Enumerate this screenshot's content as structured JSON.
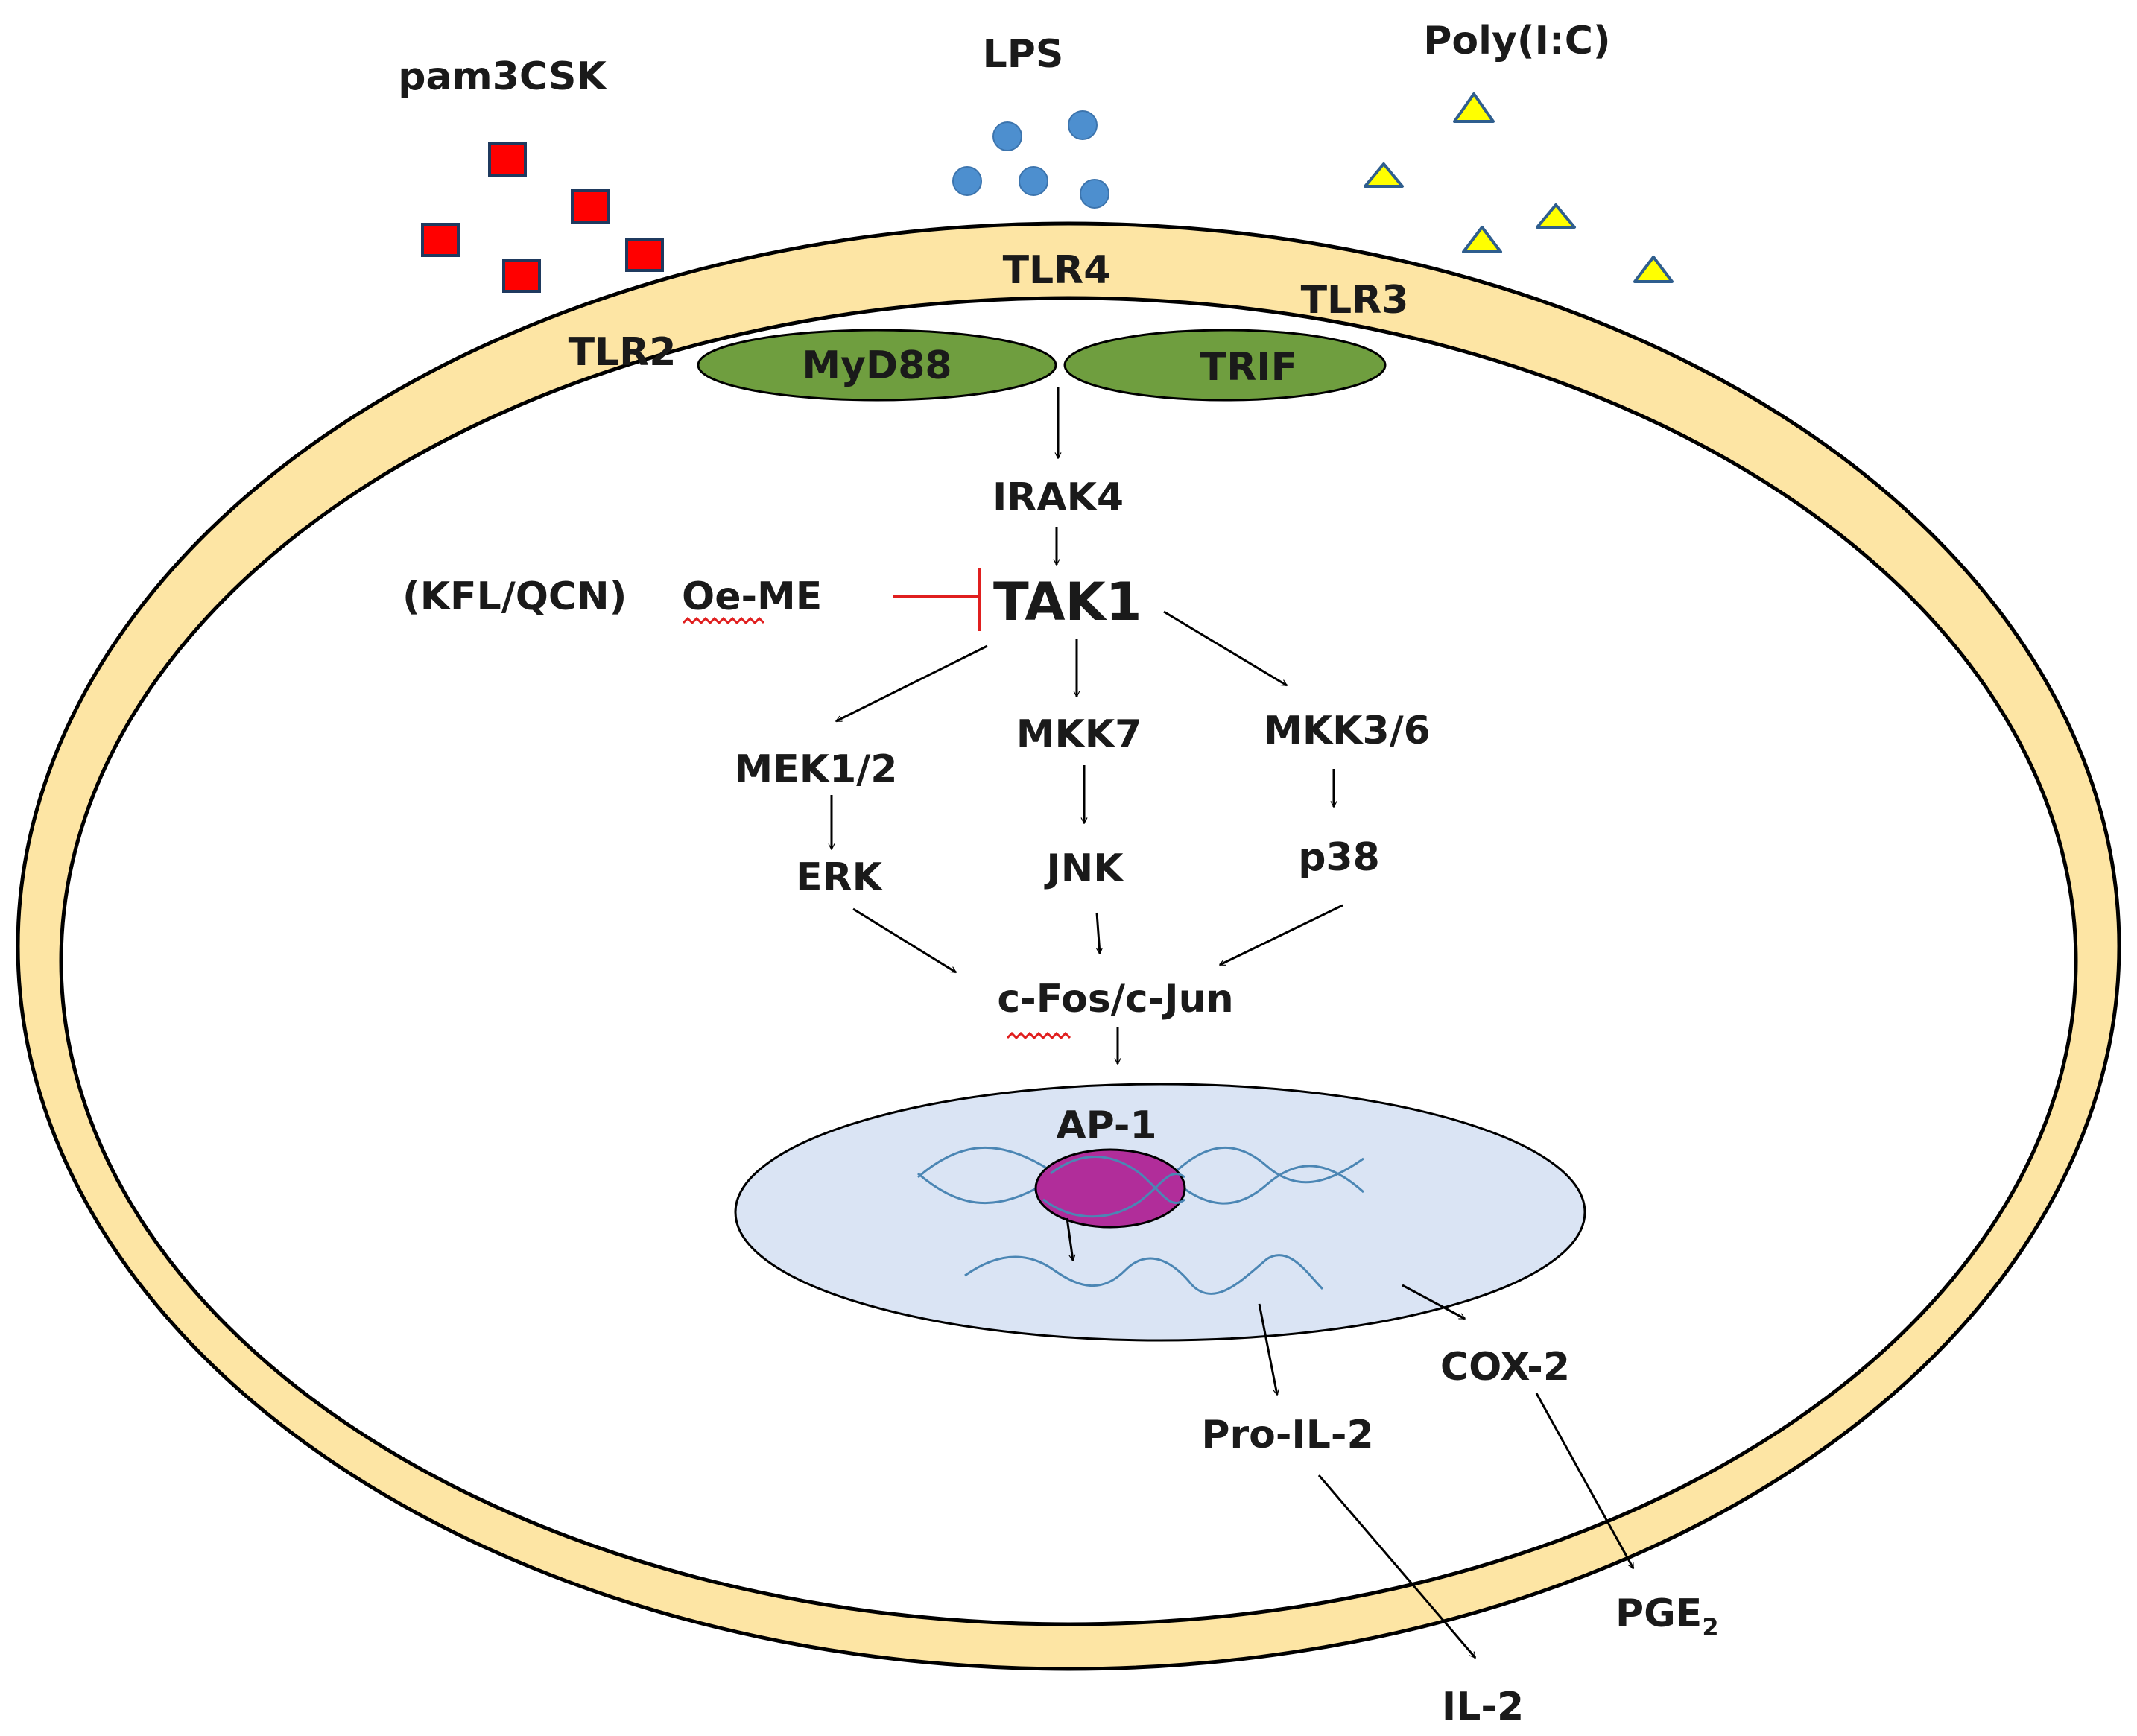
{
  "ligands": {
    "pam3csk": "pam3CSK",
    "lps": "LPS",
    "polyic": "Poly(I:C)"
  },
  "receptors": {
    "tlr2": "TLR2",
    "tlr4": "TLR4",
    "tlr3": "TLR3"
  },
  "adaptors": {
    "myd88": "MyD88",
    "trif": "TRIF"
  },
  "nodes": {
    "irak4": "IRAK4",
    "inhibitor_prefix": "(KFL/QCN)",
    "inhibitor": "Oe-ME",
    "tak1": "TAK1",
    "mek12": "MEK1/2",
    "mkk7": "MKK7",
    "mkk36": "MKK3/6",
    "erk": "ERK",
    "jnk": "JNK",
    "p38": "p38",
    "cfos_cjun": "c-Fos/c-Jun",
    "ap1": "AP-1",
    "cox2": "COX-2",
    "pro_il2": "Pro-IL-2",
    "pge": "PGE",
    "pge_sub": "2",
    "il2": "IL-2"
  },
  "colors": {
    "membrane": "#fde5a4",
    "adaptor": "#6f9e3f",
    "nucleus": "#dae4f4",
    "ap1": "#b12d9a",
    "dna": "#4b86b4",
    "pam3csk_marker": "#ff0000",
    "lps_marker": "#4d8fcf",
    "polyic_marker": "#ffff00",
    "inhibition": "#e01f1f"
  }
}
